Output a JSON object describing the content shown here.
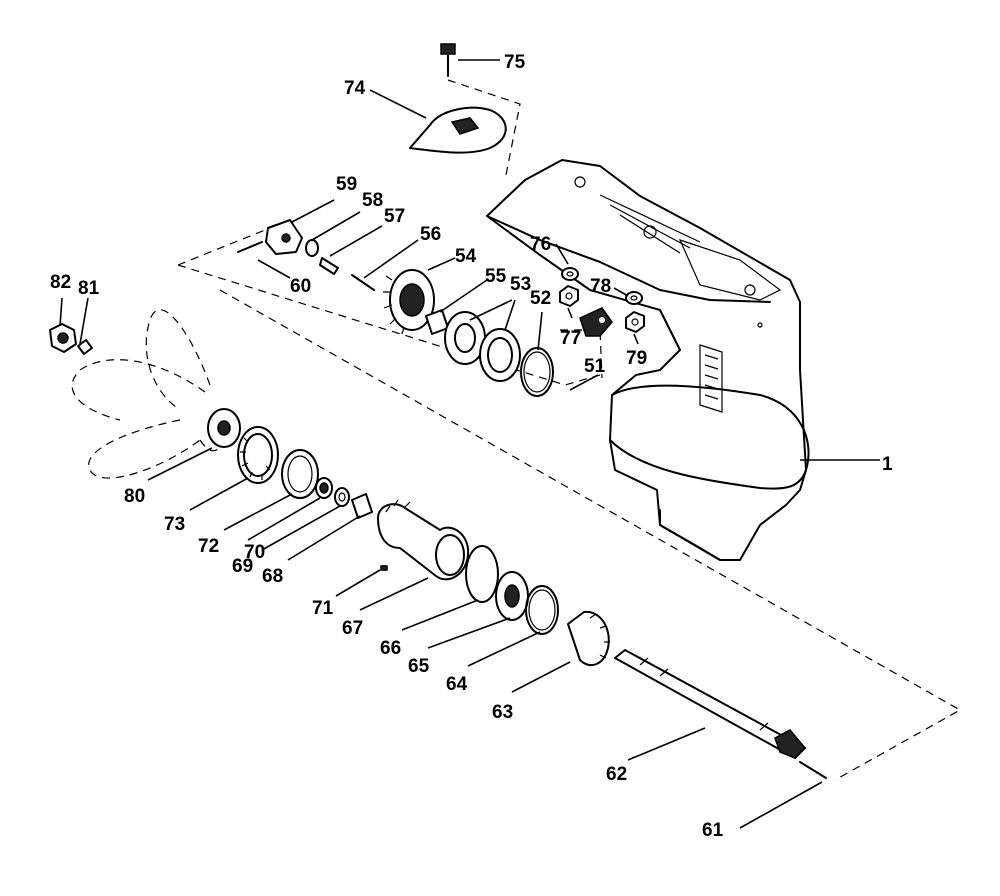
{
  "diagram": {
    "callouts": [
      {
        "id": "1",
        "label": "1"
      },
      {
        "id": "51",
        "label": "51"
      },
      {
        "id": "52",
        "label": "52"
      },
      {
        "id": "53",
        "label": "53"
      },
      {
        "id": "54",
        "label": "54"
      },
      {
        "id": "55",
        "label": "55"
      },
      {
        "id": "56",
        "label": "56"
      },
      {
        "id": "57",
        "label": "57"
      },
      {
        "id": "58",
        "label": "58"
      },
      {
        "id": "59",
        "label": "59"
      },
      {
        "id": "60",
        "label": "60"
      },
      {
        "id": "61",
        "label": "61"
      },
      {
        "id": "62",
        "label": "62"
      },
      {
        "id": "63",
        "label": "63"
      },
      {
        "id": "64",
        "label": "64"
      },
      {
        "id": "65",
        "label": "65"
      },
      {
        "id": "66",
        "label": "66"
      },
      {
        "id": "67",
        "label": "67"
      },
      {
        "id": "68",
        "label": "68"
      },
      {
        "id": "69",
        "label": "69"
      },
      {
        "id": "70",
        "label": "70"
      },
      {
        "id": "71",
        "label": "71"
      },
      {
        "id": "72",
        "label": "72"
      },
      {
        "id": "73",
        "label": "73"
      },
      {
        "id": "74",
        "label": "74"
      },
      {
        "id": "75",
        "label": "75"
      },
      {
        "id": "76",
        "label": "76"
      },
      {
        "id": "77",
        "label": "77"
      },
      {
        "id": "78",
        "label": "78"
      },
      {
        "id": "79",
        "label": "79"
      },
      {
        "id": "80",
        "label": "80"
      },
      {
        "id": "81",
        "label": "81"
      },
      {
        "id": "82",
        "label": "82"
      }
    ]
  }
}
